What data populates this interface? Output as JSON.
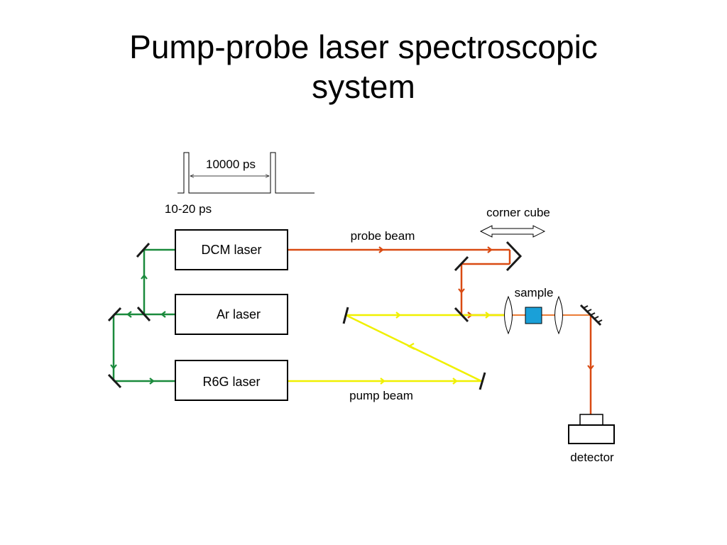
{
  "slide": {
    "title_line1": "Pump-probe laser spectroscopic",
    "title_line2": "system"
  },
  "pulse_train": {
    "period_label": "10000 ps",
    "width_label": "10-20 ps"
  },
  "lasers": {
    "dcm": "DCM laser",
    "ar": "Ar laser",
    "r6g": "R6G laser"
  },
  "beams": {
    "probe": "probe beam",
    "pump": "pump beam"
  },
  "components": {
    "corner_cube": "corner cube",
    "sample": "sample",
    "detector": "detector"
  },
  "colors": {
    "ar_beam": "#1a8a3c",
    "probe_beam": "#d94a12",
    "pump_beam": "#f0f000",
    "sample_fill": "#1aa0d8",
    "outline": "#000000"
  }
}
